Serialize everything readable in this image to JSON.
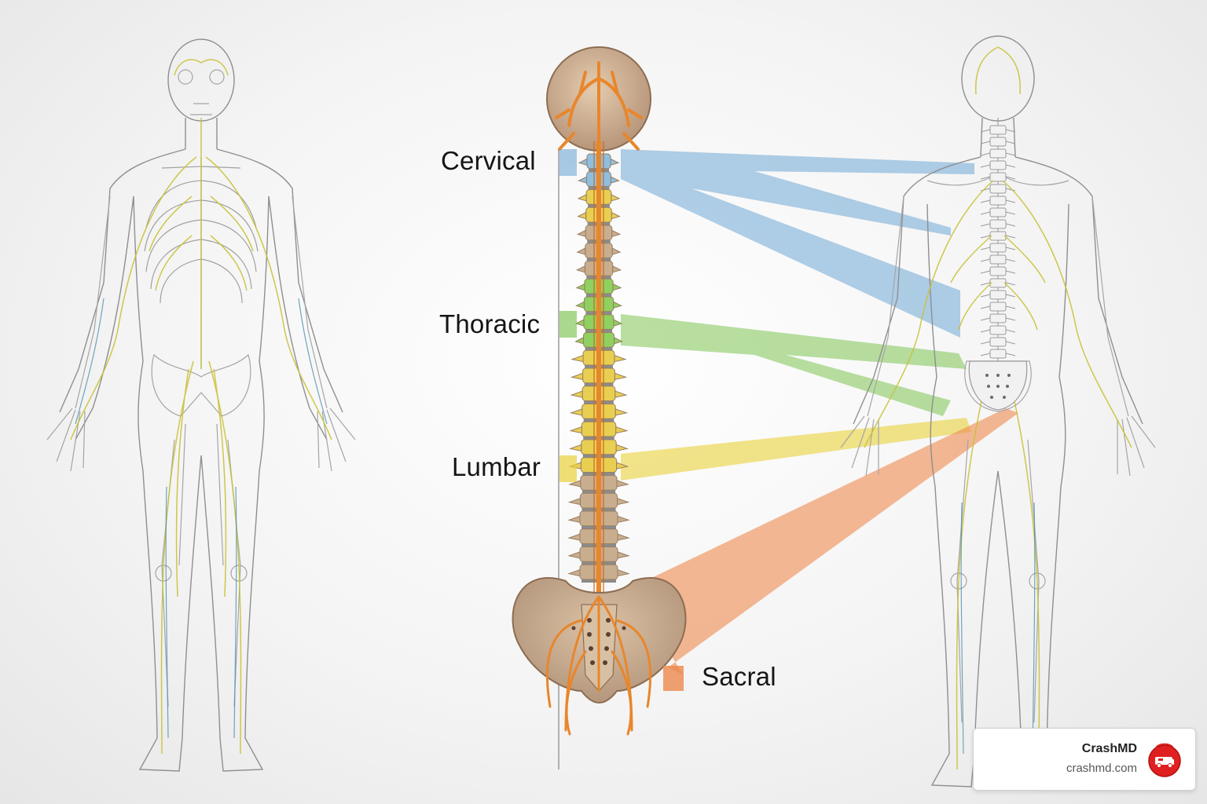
{
  "diagram": {
    "regions": [
      {
        "key": "cervical",
        "label": "Cervical",
        "color": "#6fa8d6"
      },
      {
        "key": "thoracic",
        "label": "Thoracic",
        "color": "#7dc452"
      },
      {
        "key": "lumbar",
        "label": "Lumbar",
        "color": "#ead23a"
      },
      {
        "key": "sacral",
        "label": "Sacral",
        "color": "#ee8a4e"
      }
    ],
    "colors": {
      "bone": "#c8ad8f",
      "bone_dark": "#9a7f62",
      "nerve": "#e8862c",
      "body_nerve": "#c9c23a",
      "outline": "#9a9a9a"
    }
  },
  "brand": {
    "name": "CrashMD",
    "url": "crashmd.com",
    "logo_icon": "ambulance-badge-icon",
    "logo_color": "#e02020"
  }
}
